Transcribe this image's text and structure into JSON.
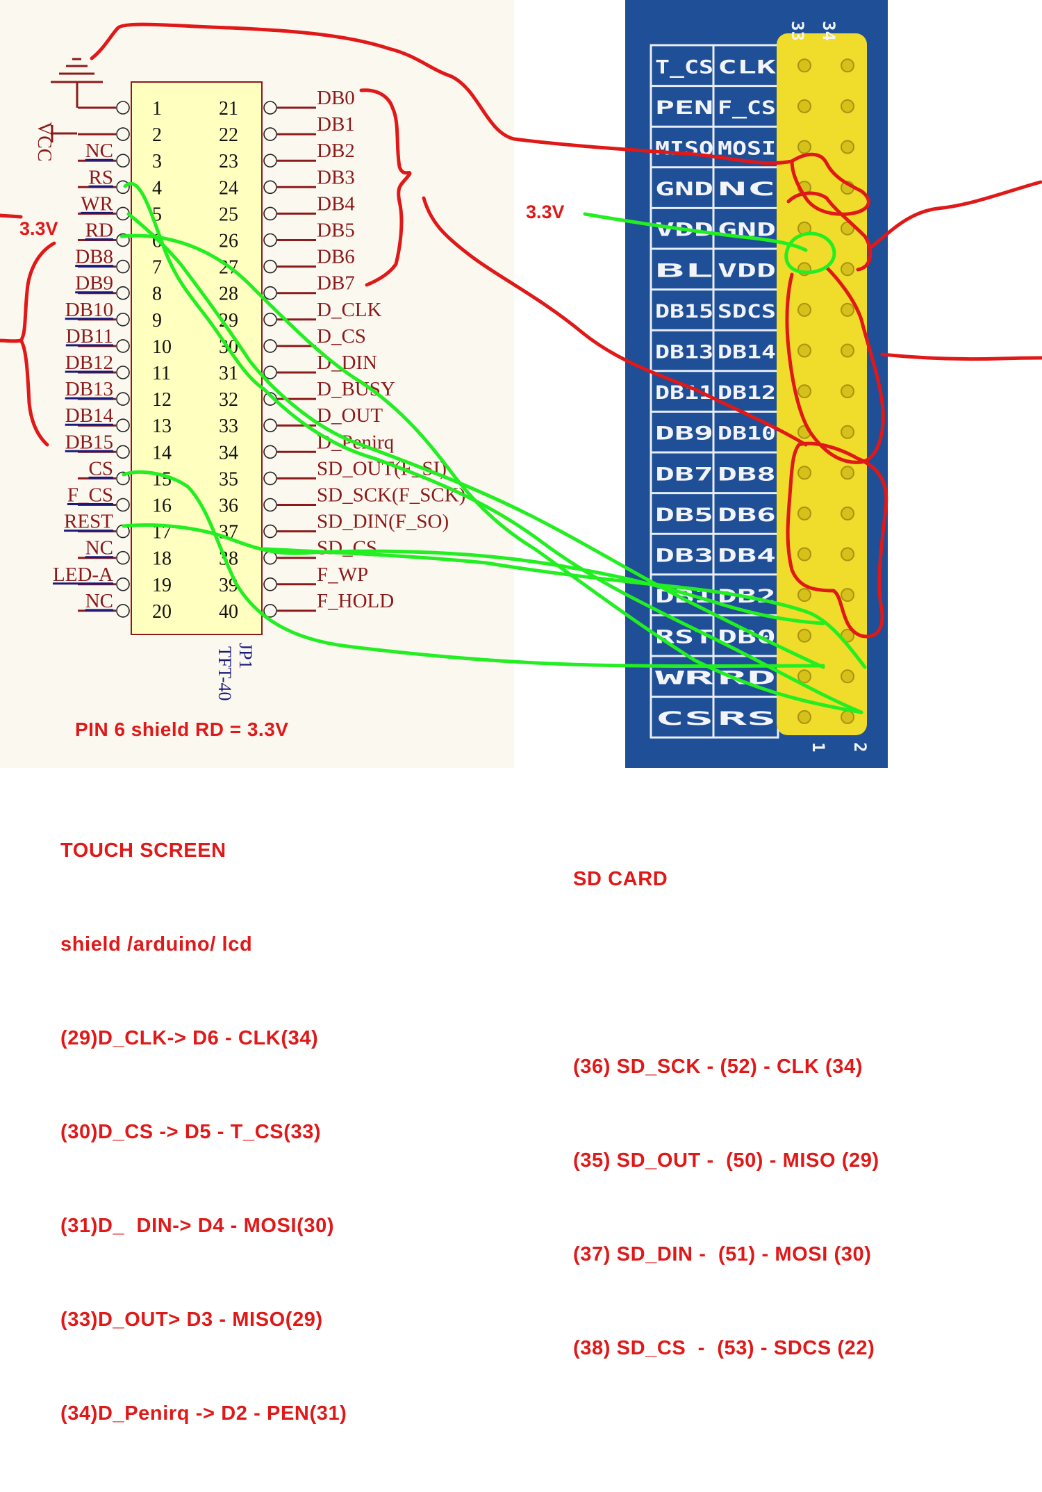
{
  "colors": {
    "schematic_red": "#8b1a1a",
    "annot_red": "#e01818",
    "wire_green": "#22ee22",
    "connector_yellow": "#ffffc0",
    "board_blue": "#1f4f96",
    "header_yellow": "#f0dc2a"
  },
  "connector": {
    "ref": "JP1",
    "name": "TFT-40",
    "vcc_label": "VCC",
    "left": [
      {
        "num": "1",
        "label": ""
      },
      {
        "num": "2",
        "label": ""
      },
      {
        "num": "3",
        "label": "NC"
      },
      {
        "num": "4",
        "label": "RS"
      },
      {
        "num": "5",
        "label": "WR"
      },
      {
        "num": "6",
        "label": "RD"
      },
      {
        "num": "7",
        "label": "DB8"
      },
      {
        "num": "8",
        "label": "DB9"
      },
      {
        "num": "9",
        "label": "DB10"
      },
      {
        "num": "10",
        "label": "DB11"
      },
      {
        "num": "11",
        "label": "DB12"
      },
      {
        "num": "12",
        "label": "DB13"
      },
      {
        "num": "13",
        "label": "DB14"
      },
      {
        "num": "14",
        "label": "DB15"
      },
      {
        "num": "15",
        "label": "CS"
      },
      {
        "num": "16",
        "label": "F_CS"
      },
      {
        "num": "17",
        "label": "REST"
      },
      {
        "num": "18",
        "label": "NC"
      },
      {
        "num": "19",
        "label": "LED-A"
      },
      {
        "num": "20",
        "label": "NC"
      }
    ],
    "right": [
      {
        "num": "21",
        "label": "DB0"
      },
      {
        "num": "22",
        "label": "DB1"
      },
      {
        "num": "23",
        "label": "DB2"
      },
      {
        "num": "24",
        "label": "DB3"
      },
      {
        "num": "25",
        "label": "DB4"
      },
      {
        "num": "26",
        "label": "DB5"
      },
      {
        "num": "27",
        "label": "DB6"
      },
      {
        "num": "28",
        "label": "DB7"
      },
      {
        "num": "29",
        "label": "D_CLK"
      },
      {
        "num": "30",
        "label": "D_CS"
      },
      {
        "num": "31",
        "label": "D_DIN"
      },
      {
        "num": "32",
        "label": "D_BUSY"
      },
      {
        "num": "33",
        "label": "D_OUT"
      },
      {
        "num": "34",
        "label": "D_Penirq"
      },
      {
        "num": "35",
        "label": "SD_OUT(F_SI)"
      },
      {
        "num": "36",
        "label": "SD_SCK(F_SCK)"
      },
      {
        "num": "37",
        "label": "SD_DIN(F_SO)"
      },
      {
        "num": "38",
        "label": "SD_CS"
      },
      {
        "num": "39",
        "label": "F_WP"
      },
      {
        "num": "40",
        "label": "F_HOLD"
      }
    ]
  },
  "annotations": {
    "left_33v": "3.3V",
    "board_33v": "3.3V",
    "pin6_note": "PIN 6 shield  RD = 3.3V"
  },
  "board": {
    "header_numbers": {
      "top_left": "33",
      "top_right": "34",
      "bottom_left": "1",
      "bottom_right": "2"
    },
    "rows": [
      [
        "T_CS",
        "CLK"
      ],
      [
        "PEN",
        "F_CS"
      ],
      [
        "MISO",
        "MOSI"
      ],
      [
        "GND",
        "NC"
      ],
      [
        "VDD",
        "GND"
      ],
      [
        "BL",
        "VDD"
      ],
      [
        "DB15",
        "SDCS"
      ],
      [
        "DB13",
        "DB14"
      ],
      [
        "DB11",
        "DB12"
      ],
      [
        "DB9",
        "DB10"
      ],
      [
        "DB7",
        "DB8"
      ],
      [
        "DB5",
        "DB6"
      ],
      [
        "DB3",
        "DB4"
      ],
      [
        "DB1",
        "DB2"
      ],
      [
        "RST",
        "DB0"
      ],
      [
        "WR",
        "RD"
      ],
      [
        "CS",
        "RS"
      ]
    ]
  },
  "touch_notes": [
    "TOUCH SCREEN",
    "shield /arduino/ lcd",
    "(29)D_CLK-> D6 - CLK(34)",
    "(30)D_CS -> D5 - T_CS(33)",
    "(31)D_  DIN-> D4 - MOSI(30)",
    "(33)D_OUT> D3 - MISO(29)",
    "(34)D_Penirq -> D2 - PEN(31)"
  ],
  "sd_notes": {
    "title": "SD CARD",
    "lines": [
      "(36) SD_SCK - (52) - CLK (34)",
      "(35) SD_OUT -  (50) - MISO (29)",
      "(37) SD_DIN -  (51) - MOSI (30)",
      "(38) SD_CS  -  (53) - SDCS (22)"
    ]
  }
}
